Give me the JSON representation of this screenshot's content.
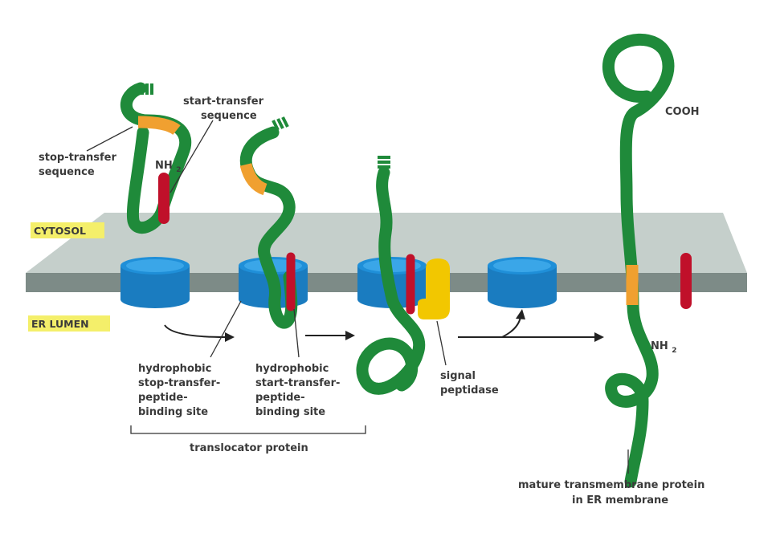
{
  "zones": {
    "cytosol": "CYTOSOL",
    "er_lumen": "ER LUMEN"
  },
  "labels": {
    "start_transfer_1": "start-transfer",
    "start_transfer_2": "sequence",
    "stop_transfer_1": "stop-transfer",
    "stop_transfer_2": "sequence",
    "nh2_top": "NH",
    "nh2_bottom": "NH",
    "subscript_2": "2",
    "cooh": "COOH",
    "hydrophobic_stop_1": "hydrophobic",
    "hydrophobic_stop_2": "stop-transfer-",
    "hydrophobic_stop_3": "peptide-",
    "hydrophobic_stop_4": "binding site",
    "hydrophobic_start_1": "hydrophobic",
    "hydrophobic_start_2": "start-transfer-",
    "hydrophobic_start_3": "peptide-",
    "hydrophobic_start_4": "binding site",
    "signal_peptidase_1": "signal",
    "signal_peptidase_2": "peptidase",
    "translocator_protein": "translocator protein",
    "mature_1": "mature transmembrane protein",
    "mature_2": "in ER membrane"
  },
  "colors": {
    "protein": "#1f8a3a",
    "stop_transfer": "#f0a030",
    "start_transfer": "#c0102a",
    "translocator": "#1f8fd8",
    "signal_peptidase": "#f2c700",
    "membrane_top": "#c5cfcb",
    "membrane_front": "#7d8b87",
    "zone_highlight": "#f4ef6a"
  }
}
